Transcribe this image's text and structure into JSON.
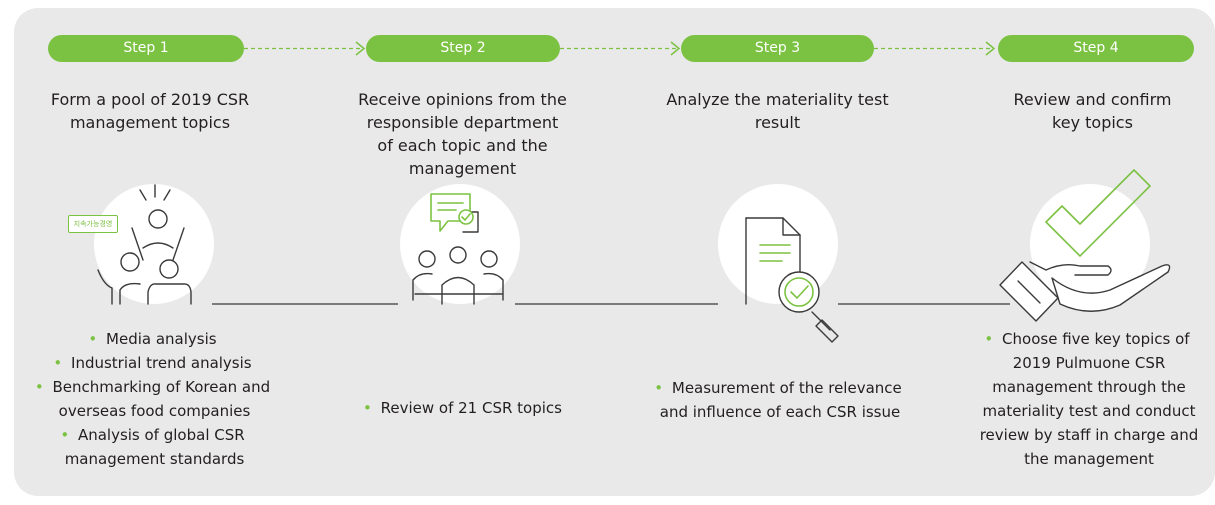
{
  "colors": {
    "accent": "#7cc242",
    "panel": "#e9e9ea",
    "line": "#3a3a3a"
  },
  "steps": [
    {
      "label": "Step 1",
      "title": [
        "Form a pool of 2019 CSR",
        "management topics"
      ],
      "icon": "people-cheering-icon",
      "bullets": [
        [
          "• ",
          "Media analysis"
        ],
        [
          "• ",
          "Industrial trend analysis"
        ],
        [
          "• ",
          "Benchmarking of Korean and"
        ],
        [
          "",
          "overseas food companies"
        ],
        [
          "• ",
          "Analysis of global CSR"
        ],
        [
          "",
          "management standards"
        ]
      ]
    },
    {
      "label": "Step 2",
      "title": [
        "Receive opinions from the",
        "responsible department",
        "of each topic and the",
        "management"
      ],
      "icon": "meeting-chat-icon",
      "bullets": [
        [
          "• ",
          "Review of 21 CSR topics"
        ]
      ]
    },
    {
      "label": "Step 3",
      "title": [
        "Analyze the materiality test",
        "result"
      ],
      "icon": "document-magnifier-icon",
      "bullets": [
        [
          "• ",
          "Measurement of the relevance"
        ],
        [
          "",
          "and influence of each CSR issue"
        ]
      ]
    },
    {
      "label": "Step 4",
      "title": [
        "Review and confirm",
        "key topics"
      ],
      "icon": "hand-checkmark-icon",
      "bullets": [
        [
          "• ",
          "Choose five key topics of"
        ],
        [
          "",
          "2019 Pulmuone CSR"
        ],
        [
          "",
          "management through the"
        ],
        [
          "",
          "materiality test and conduct"
        ],
        [
          "",
          "review by staff in charge and"
        ],
        [
          "",
          "the management"
        ]
      ]
    }
  ],
  "badge_text": "지속가능경영"
}
